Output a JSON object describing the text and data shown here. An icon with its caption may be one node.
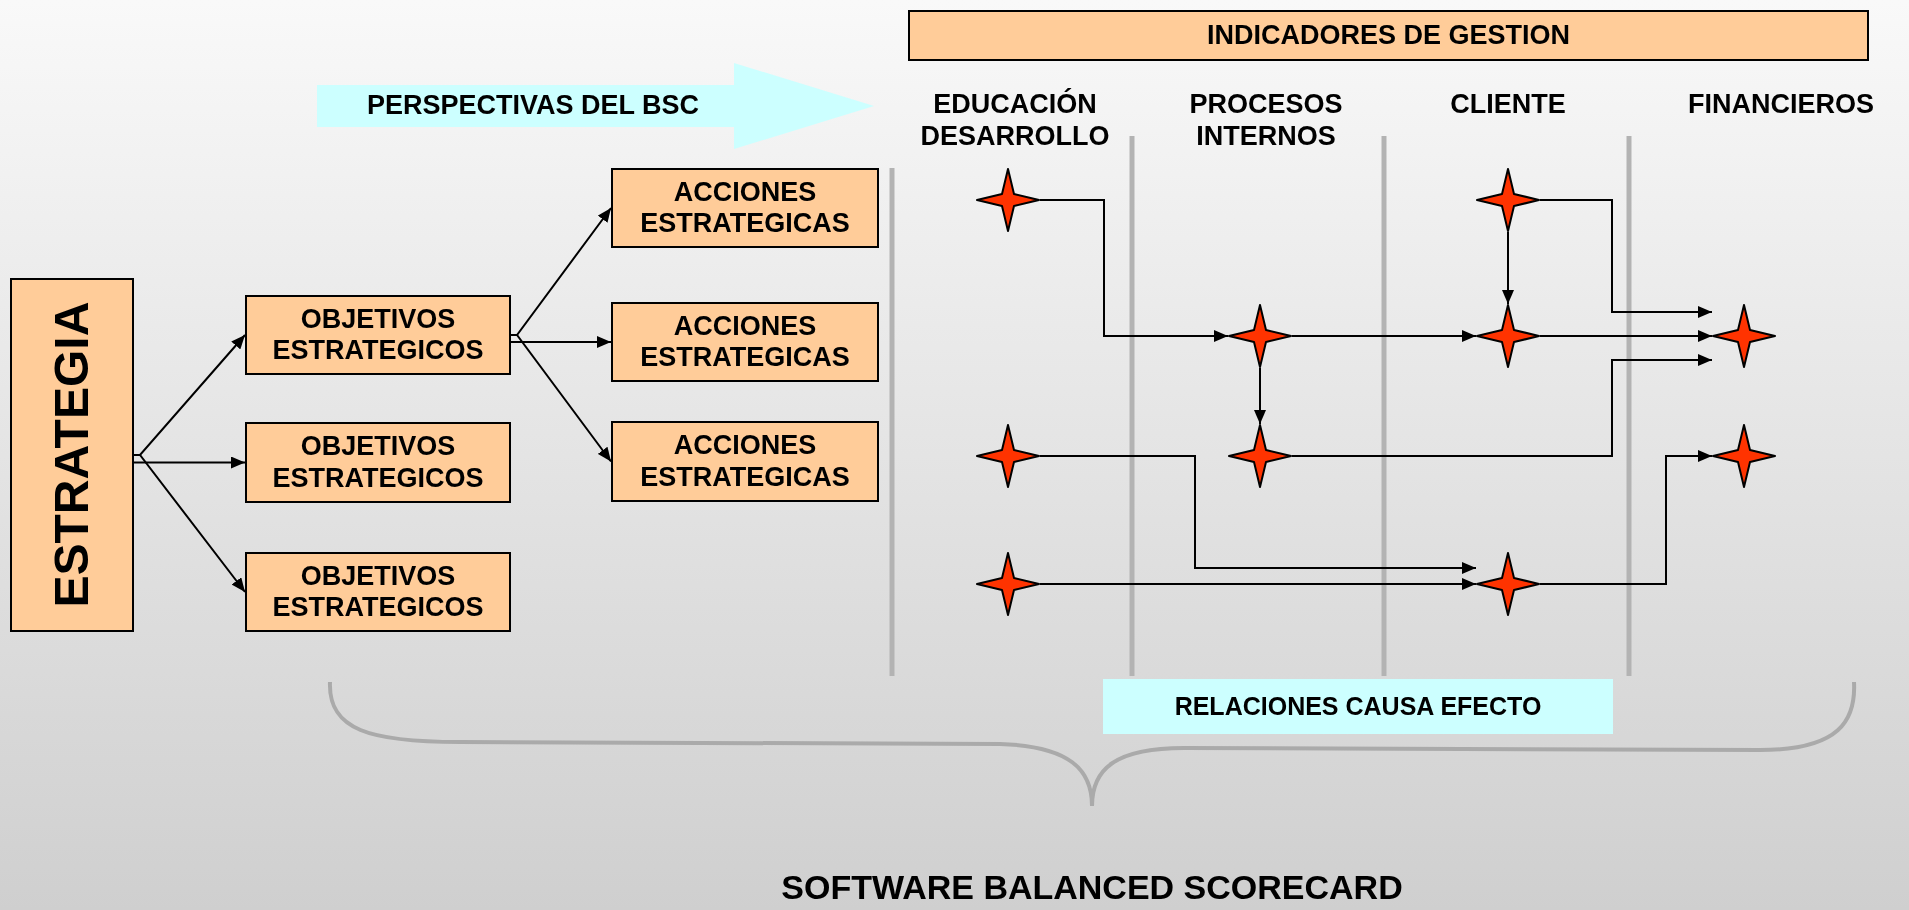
{
  "diagram": {
    "title": "SOFTWARE BALANCED SCORECARD",
    "nodes": [
      {
        "text": [
          "INDICADORES DE GESTION"
        ]
      },
      {
        "text": [
          "PERSPECTIVAS DEL BSC"
        ]
      },
      {
        "text": [
          "ESTRATEGIA"
        ]
      },
      {
        "text": [
          "OBJETIVOS ESTRATEGICOS"
        ]
      },
      {
        "text": [
          "OBJETIVOS ESTRATEGICOS"
        ]
      },
      {
        "text": [
          "OBJETIVOS ESTRATEGICOS"
        ]
      },
      {
        "text": [
          "ACCIONES ESTRATEGICAS"
        ]
      },
      {
        "text": [
          "ACCIONES ESTRATEGICAS"
        ]
      },
      {
        "text": [
          "ACCIONES ESTRATEGICAS"
        ]
      },
      {
        "text": [],
        "shape": "star"
      },
      {
        "text": [],
        "shape": "star"
      },
      {
        "text": [],
        "shape": "star"
      },
      {
        "text": [],
        "shape": "star"
      },
      {
        "text": [],
        "shape": "star"
      },
      {
        "text": [],
        "shape": "star"
      },
      {
        "text": [],
        "shape": "star"
      },
      {
        "text": [],
        "shape": "star"
      },
      {
        "text": [],
        "shape": "star"
      },
      {
        "text": [],
        "shape": "star"
      },
      {
        "text": [
          "RELACIONES CAUSA EFECTO"
        ]
      }
    ],
    "edges": [
      {
        "from": 2,
        "to": 3,
        "arrow": "to"
      },
      {
        "from": 2,
        "to": 4,
        "arrow": "to"
      },
      {
        "from": 2,
        "to": 5,
        "arrow": "to"
      },
      {
        "from": 3,
        "to": 6,
        "arrow": "to"
      },
      {
        "from": 3,
        "to": 7,
        "arrow": "to"
      },
      {
        "from": 3,
        "to": 8,
        "arrow": "to"
      },
      {
        "from": 9,
        "to": 12,
        "arrow": "to"
      },
      {
        "from": 12,
        "to": 13,
        "arrow": "to"
      },
      {
        "from": 12,
        "to": 15,
        "arrow": "to"
      },
      {
        "from": 10,
        "to": 16,
        "arrow": "to"
      },
      {
        "from": 11,
        "to": 16,
        "arrow": "to"
      },
      {
        "from": 13,
        "to": 17,
        "arrow": "to"
      },
      {
        "from": 14,
        "to": 15,
        "arrow": "to"
      },
      {
        "from": 14,
        "to": 17,
        "arrow": "to"
      },
      {
        "from": 15,
        "to": 17,
        "arrow": "to"
      },
      {
        "from": 16,
        "to": 18,
        "arrow": "to"
      }
    ],
    "labels": [
      "EDUCACIÓN DESARROLLO",
      "PROCESOS INTERNOS",
      "CLIENTE",
      "FINANCIEROS"
    ]
  }
}
